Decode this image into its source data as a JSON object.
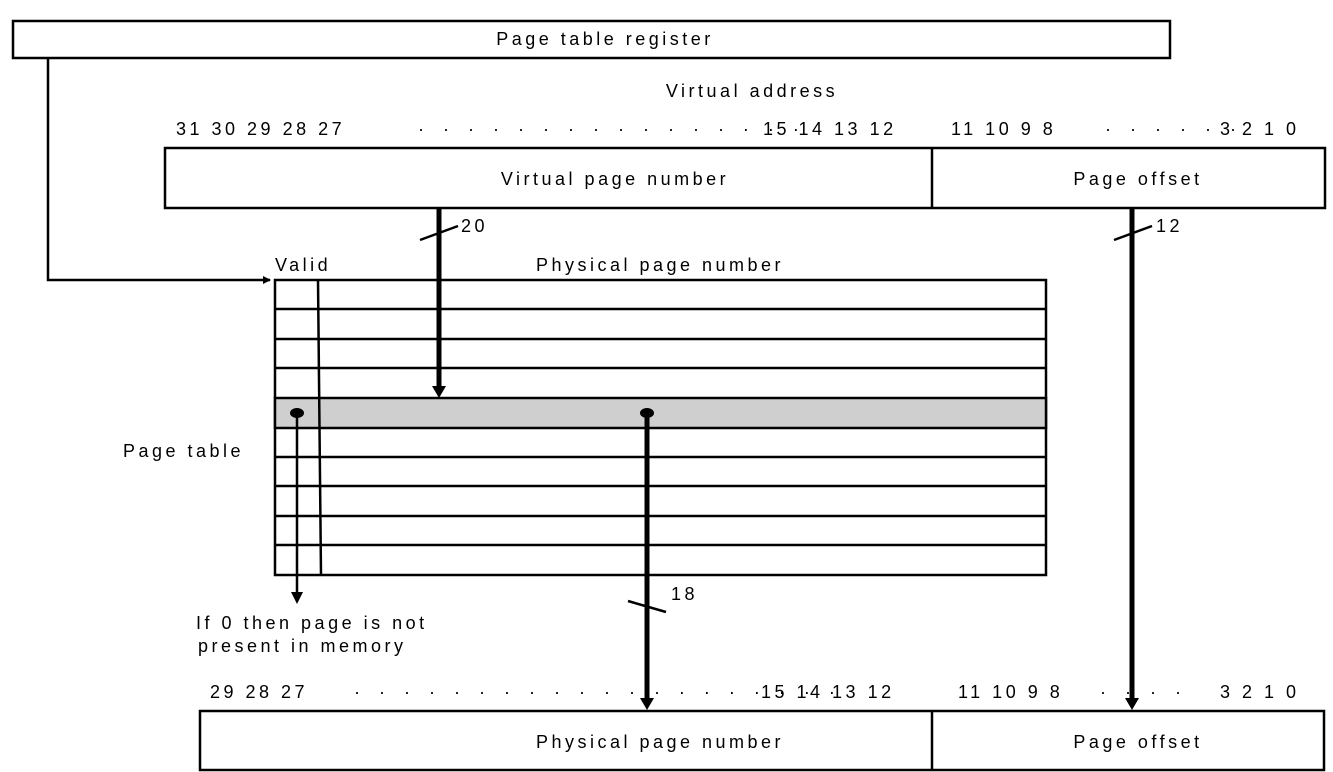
{
  "page_table_register": "Page table register",
  "virtual_address": {
    "title": "Virtual address",
    "bits_left": "31  30  29  28  27",
    "dots_left": "· · · · · · · · · · · · · · · ·",
    "bits_mid": "15  14  13  12",
    "bits_mid2": "11  10  9  8",
    "dots_right": "· · · · · ·",
    "bits_right": "3  2  1  0",
    "page_number_label": "Virtual page number",
    "offset_label": "Page offset",
    "vpn_width": "20",
    "offset_width": "12"
  },
  "page_table": {
    "label": "Page table",
    "valid_header": "Valid",
    "ppn_header": "Physical page number",
    "ppn_width": "18",
    "invalid_note_line1": "If 0 then page is not",
    "invalid_note_line2": "present in memory"
  },
  "physical_address": {
    "bits_left": "29  28  27",
    "dots_left": "· · · · · · · · · · · · · · · · · · · ·",
    "bits_mid": "15  14  13  12",
    "bits_mid2": "11  10  9  8",
    "dots_right": "· · · ·",
    "bits_right": "3  2  1  0",
    "page_number_label": "Physical page number",
    "offset_label": "Page offset"
  }
}
